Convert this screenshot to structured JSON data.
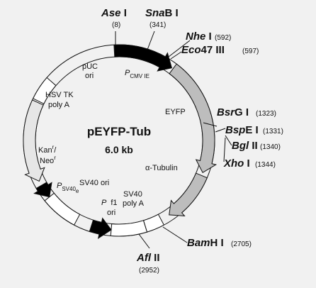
{
  "plasmid": {
    "name": "pEYFP-Tub",
    "size": "6.0 kb"
  },
  "restriction_sites": [
    {
      "enzyme_italic": "Ase",
      "enzyme_roman": " I",
      "position": "(8)"
    },
    {
      "enzyme_italic": "Sna",
      "enzyme_roman": "B I",
      "position": "(341)"
    },
    {
      "enzyme_italic": "Nhe",
      "enzyme_roman": " I",
      "position": "(592)"
    },
    {
      "enzyme_italic": "Eco",
      "enzyme_roman": "47 III",
      "position": "(597)"
    },
    {
      "enzyme_italic": "Bsr",
      "enzyme_roman": "G I",
      "position": "(1323)"
    },
    {
      "enzyme_italic": "Bsp",
      "enzyme_roman": "E I",
      "position": "(1331)"
    },
    {
      "enzyme_italic": "Bgl",
      "enzyme_roman": " II",
      "position": "(1340)"
    },
    {
      "enzyme_italic": "Xho",
      "enzyme_roman": " I",
      "position": "(1344)"
    },
    {
      "enzyme_italic": "Bam",
      "enzyme_roman": "H I",
      "position": "(2705)"
    },
    {
      "enzyme_italic": "Afl",
      "enzyme_roman": " II",
      "position": "(2952)"
    }
  ],
  "features": {
    "pcmv_p": "P",
    "pcmv_sub": "CMV IE",
    "eyfp": "EYFP",
    "tubulin": "α-Tubulin",
    "sv40_polyA_1": "SV40",
    "sv40_polyA_2": "poly A",
    "f1_p": "P",
    "f1_f": "f1",
    "f1_ori": "ori",
    "sv40ori": "SV40 ori",
    "psv40_p": "P",
    "psv40_sub": "SV40",
    "psv40_e": "e",
    "kan": "Kan",
    "kan_sup": "r",
    "neo": "Neo",
    "neo_sup": "r",
    "hsvtk_1": "HSV TK",
    "hsvtk_2": "poly A",
    "puc_1": "pUC",
    "puc_2": "ori"
  },
  "colors": {
    "background": "#f1f1f1",
    "cmv_promoter": "#000000",
    "gene_insert": "#bdbdbd",
    "kan_neo": "#e6e6e6",
    "outline": "#111111"
  }
}
